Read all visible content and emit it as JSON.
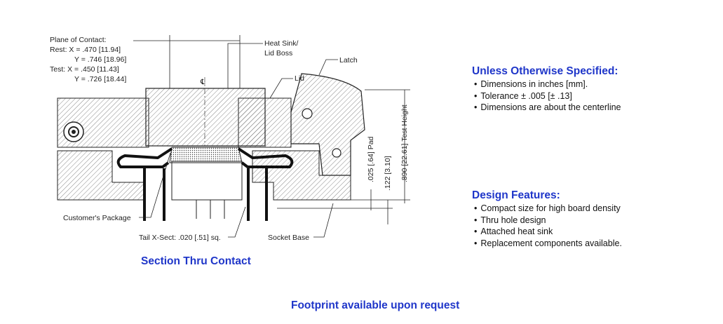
{
  "drawing": {
    "plane": {
      "title": "Plane of Contact:",
      "rest_x": "Rest:  X = .470 [11.94]",
      "rest_y": "Y = .746 [18.96]",
      "test_x": "Test:  X = .450 [11.43]",
      "test_y": "Y = .726 [18.44]"
    },
    "callouts": {
      "heat_sink": "Heat Sink/",
      "lid_boss": "Lid Boss",
      "latch": "Latch",
      "lid": "Lid",
      "customers_package": "Customer's Package",
      "tail_xsect": "Tail X-Sect: .020 [.51] sq.",
      "socket_base": "Socket Base",
      "centerline": "℄"
    },
    "dimensions": {
      "pad": ".025 [.64] Pad",
      "base": ".122 [3.10]",
      "test_height": ".890 [22.61] Test Height"
    },
    "caption": "Section Thru Contact"
  },
  "specs": {
    "title": "Unless Otherwise Specified:",
    "items": [
      "Dimensions in inches [mm].",
      "Tolerance ± .005 [± .13]",
      "Dimensions are about the centerline"
    ]
  },
  "features": {
    "title": "Design  Features:",
    "items": [
      "Compact size for high board density",
      "Thru hole design",
      "Attached heat sink",
      "Replacement components available."
    ]
  },
  "footer": "Footprint available upon request"
}
